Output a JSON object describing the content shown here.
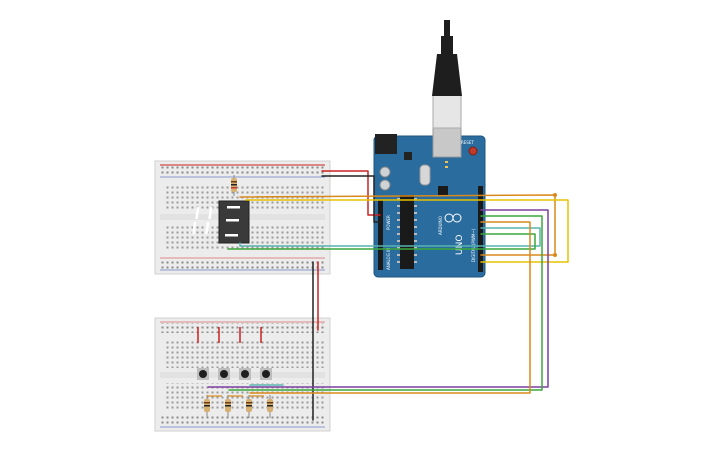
{
  "scene": "circuit-breadboard",
  "colors": {
    "background": "#ffffff",
    "breadboard": "#ececec",
    "arduino_board": "#2a6c9e",
    "usb_cable": "#1e1e1e",
    "wire_red": "#cc2222",
    "wire_black": "#222222",
    "wire_orange": "#d98a1c",
    "wire_yellow": "#e6c200",
    "wire_purple": "#7b3fa0",
    "wire_green": "#3aa63a",
    "wire_teal": "#58b3b0",
    "display_segment": "#ffffff"
  },
  "arduino": {
    "brand_label": "ARDUINO",
    "model_label": "UNO",
    "digital_label": "DIGITAL (PWM~)",
    "analog_label": "ANALOG IN",
    "power_label": "POWER",
    "reset_label": "RESET"
  },
  "display": {
    "digit": "8",
    "icon": "seven-segment-display-icon"
  },
  "pushbuttons": {
    "count": 4,
    "icon": "pushbutton-icon"
  },
  "resistors": {
    "icon": "resistor-icon"
  }
}
